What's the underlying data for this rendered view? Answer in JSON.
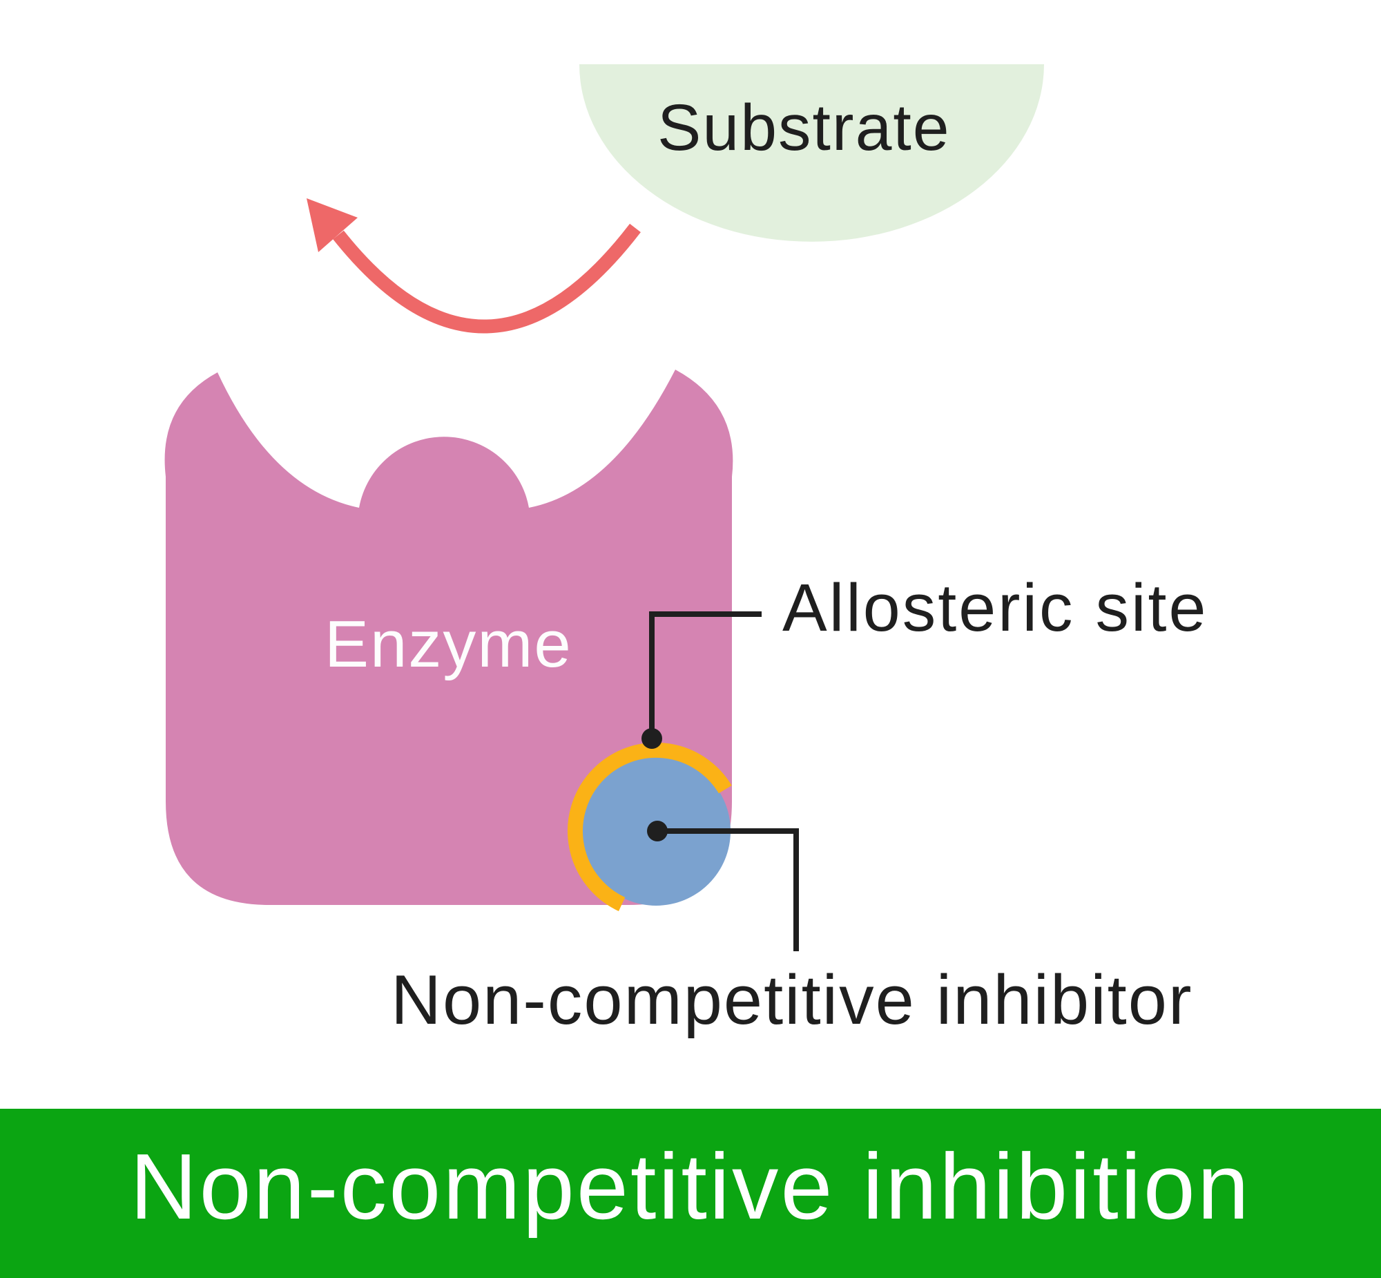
{
  "diagram": {
    "substrate_label": "Substrate",
    "enzyme_label": "Enzyme",
    "allosteric_label": "Allosteric site",
    "inhibitor_label": "Non-competitive inhibitor"
  },
  "footer": {
    "title": "Non-competitive inhibition"
  },
  "colors": {
    "substrate_green": "#e2f0dd",
    "enzyme_pink": "#d584b2",
    "inhibitor_blue": "#7ba2cf",
    "allosteric_orange": "#fbb216",
    "arrow_red": "#ee6868",
    "connector_black": "#1f1f1f",
    "footer_green": "#0ba512",
    "label_dark": "#1f1f1f",
    "label_white": "#ffffff"
  }
}
